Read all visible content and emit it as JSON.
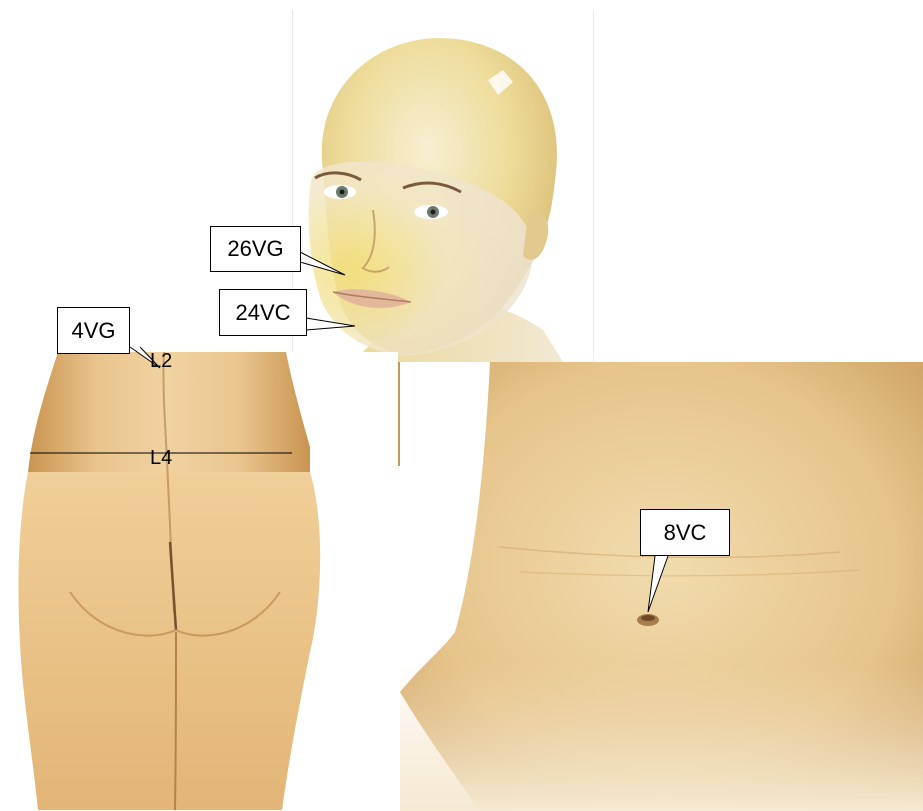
{
  "points": {
    "vg26": "26VG",
    "vc24": "24VC",
    "vg4": "4VG",
    "vc8": "8VC"
  },
  "vertebral_levels": {
    "l2": "L2",
    "l4": "L4"
  },
  "colors": {
    "skin_light": "#f2dcb0",
    "skin_mid": "#dcae6c",
    "skin_dark": "#b98648",
    "head_glow": "#f4e27a",
    "line": "#000000"
  }
}
